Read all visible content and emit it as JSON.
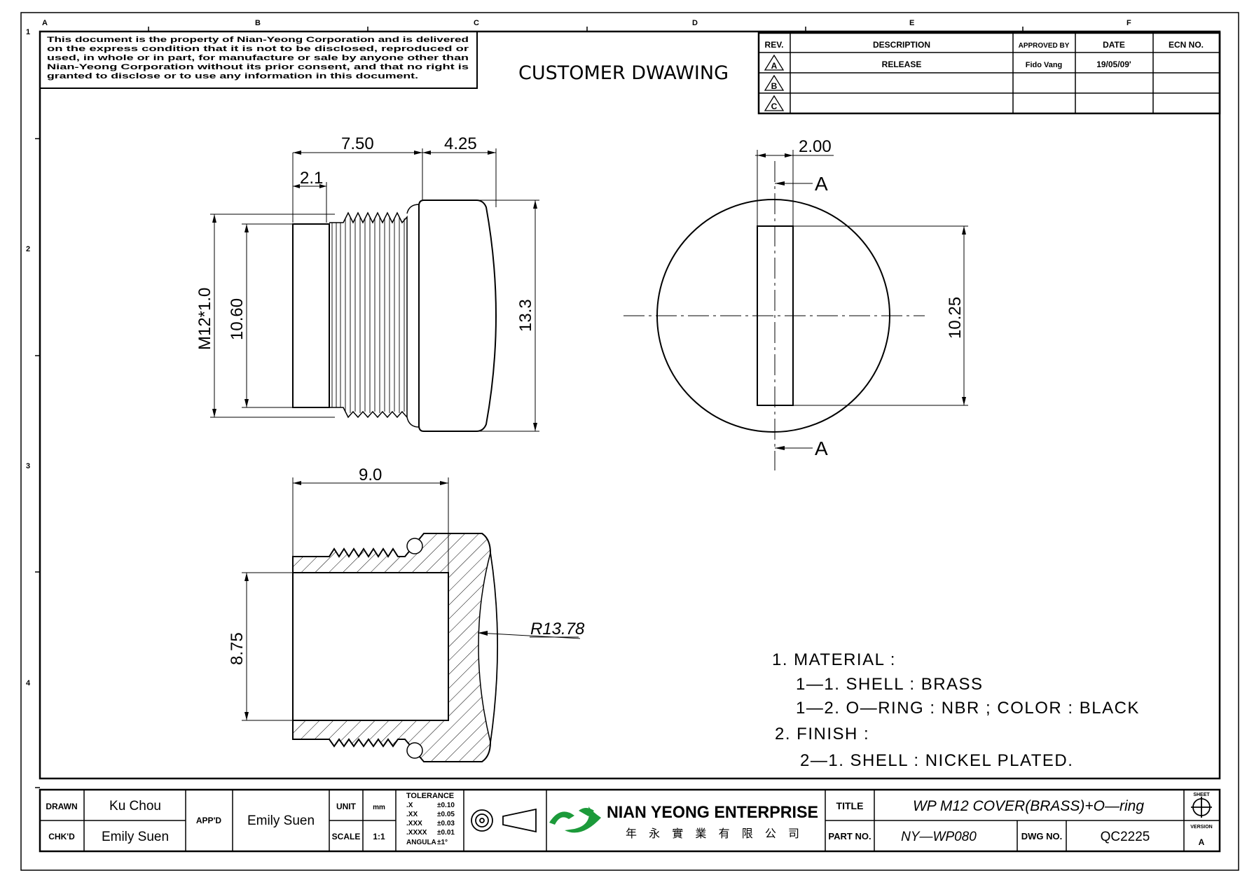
{
  "frame": {
    "col_labels": [
      "A",
      "B",
      "C",
      "D",
      "E",
      "F"
    ],
    "row_labels": [
      "1",
      "2",
      "3",
      "4"
    ]
  },
  "property_notice": [
    "This document is the property of Nian-Yeong Corporation and is delivered",
    "on  the  express condition that it is not to be disclosed, reproduced or",
    "used, in whole or in part, for manufacture or sale by anyone other than",
    "Nian-Yeong Corporation without  its prior consent, and that  no right  is",
    "granted to disclose or to use any information in this  document."
  ],
  "drawing_title": "CUSTOMER  DWAWING",
  "revision_table": {
    "headers": {
      "rev": "REV.",
      "description": "DESCRIPTION",
      "approved_by": "APPROVED BY",
      "date": "DATE",
      "ecn_no": "ECN NO."
    },
    "rows": [
      {
        "rev": "A",
        "description": "RELEASE",
        "approved_by": "Fido Vang",
        "date": "19/05/09'",
        "ecn_no": ""
      },
      {
        "rev": "B",
        "description": "",
        "approved_by": "",
        "date": "",
        "ecn_no": ""
      },
      {
        "rev": "C",
        "description": "",
        "approved_by": "",
        "date": "",
        "ecn_no": ""
      }
    ]
  },
  "dimensions": {
    "side_view": {
      "d1": "7.50",
      "d2": "4.25",
      "d3": "2.1",
      "thread": "M12*1.0",
      "d4": "10.60",
      "d5": "13.3"
    },
    "end_view": {
      "d1": "2.00",
      "d2": "10.25",
      "section_label": "A"
    },
    "section_view": {
      "d1": "9.0",
      "d2": "8.75",
      "radius": "R13.78"
    }
  },
  "notes": [
    "1.  MATERIAL  :",
    "1—1.  SHELL  :  BRASS",
    "1—2.  O—RING  :  NBR  ;  COLOR  :  BLACK",
    "2.  FINISH  :",
    "2—1.  SHELL  :  NICKEL  PLATED."
  ],
  "title_block": {
    "drawn_label": "DRAWN",
    "drawn_value": "Ku Chou",
    "chkd_label": "CHK'D",
    "chkd_value": "Emily Suen",
    "appd_label": "APP'D",
    "appd_value": "Emily Suen",
    "unit_label": "UNIT",
    "unit_value": "mm",
    "scale_label": "SCALE",
    "scale_value": "1:1",
    "tolerance": {
      "title": "TOLERANCE",
      "rows": [
        {
          "format": ".X",
          "value": "±0.10"
        },
        {
          "format": ".XX",
          "value": "±0.05"
        },
        {
          "format": ".XXX",
          "value": "±0.03"
        },
        {
          "format": ".XXXX",
          "value": "±0.01"
        },
        {
          "format": "ANGULA",
          "value": "±1°"
        }
      ]
    },
    "company_name": "NIAN YEONG ENTERPRISE",
    "company_name_cn": "年 永 實 業 有 限 公 司",
    "title_label": "TITLE",
    "title_value": "WP  M12  COVER(BRASS)+O—ring",
    "part_no_label": "PART NO.",
    "part_no_value": "NY—WP080",
    "dwg_no_label": "DWG NO.",
    "dwg_no_value": "QC2225",
    "sheet_label": "SHEET",
    "version_label": "VERSION",
    "version_value": "A"
  },
  "colors": {
    "line": "#000000",
    "logo_green": "#1c9a3a",
    "background": "#ffffff"
  }
}
